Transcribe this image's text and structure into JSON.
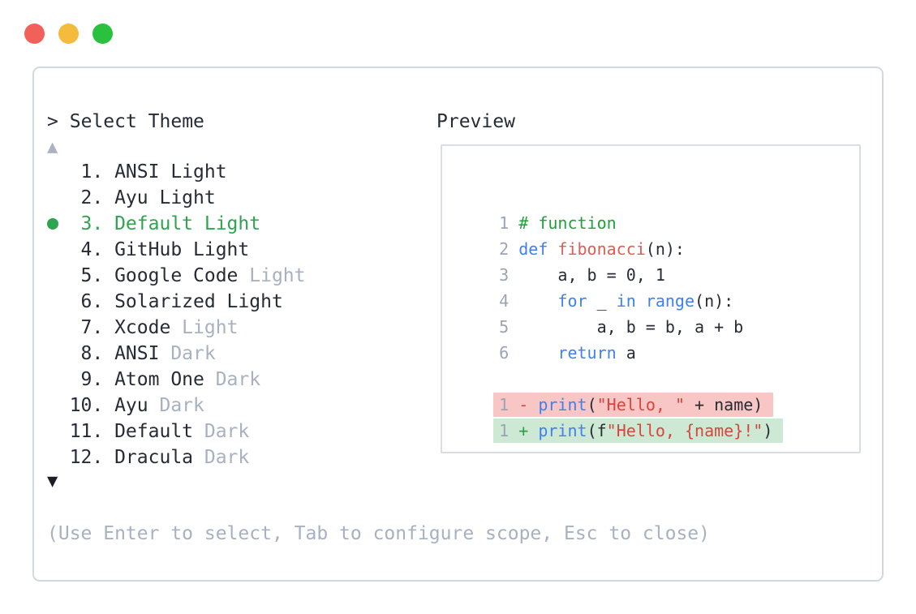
{
  "colors": {
    "text": "#262c35",
    "muted": "#a7b1c0",
    "accent_green": "#2fa44e",
    "keyword": "#4080f0",
    "function_name": "#e05c55",
    "string": "#d6463e",
    "comment": "#1fa23a",
    "line_number": "#9ba4b4",
    "diff_del_bg": "#f8c6c4",
    "diff_add_bg": "#cde9d4",
    "diff_del_marker": "#d8453d",
    "diff_add_marker": "#2b9e48",
    "panel_border": "#d2d8e0",
    "preview_border": "#d8dde4",
    "arrow_up": "#a9b2c0",
    "arrow_down": "#1a1e26",
    "traffic_red": "#f2605a",
    "traffic_yellow": "#f5bb3c",
    "traffic_green": "#29c13e"
  },
  "window": {
    "traffic_lights": [
      "close",
      "minimize",
      "zoom"
    ]
  },
  "picker": {
    "prompt_marker": ">",
    "title": "Select Theme",
    "scroll_up_symbol": "▲",
    "scroll_down_symbol": "▼",
    "help_text": "(Use Enter to select, Tab to configure scope, Esc to close)",
    "items": [
      {
        "number": "1.",
        "name": "ANSI",
        "variant": "Light",
        "variant_muted": false,
        "selected": false
      },
      {
        "number": "2.",
        "name": "Ayu",
        "variant": "Light",
        "variant_muted": false,
        "selected": false
      },
      {
        "number": "3.",
        "name": "Default",
        "variant": "Light",
        "variant_muted": false,
        "selected": true
      },
      {
        "number": "4.",
        "name": "GitHub",
        "variant": "Light",
        "variant_muted": false,
        "selected": false
      },
      {
        "number": "5.",
        "name": "Google Code",
        "variant": "Light",
        "variant_muted": true,
        "selected": false
      },
      {
        "number": "6.",
        "name": "Solarized",
        "variant": "Light",
        "variant_muted": false,
        "selected": false
      },
      {
        "number": "7.",
        "name": "Xcode",
        "variant": "Light",
        "variant_muted": true,
        "selected": false
      },
      {
        "number": "8.",
        "name": "ANSI",
        "variant": "Dark",
        "variant_muted": true,
        "selected": false
      },
      {
        "number": "9.",
        "name": "Atom One",
        "variant": "Dark",
        "variant_muted": true,
        "selected": false
      },
      {
        "number": "10.",
        "name": "Ayu",
        "variant": "Dark",
        "variant_muted": true,
        "selected": false
      },
      {
        "number": "11.",
        "name": "Default",
        "variant": "Dark",
        "variant_muted": true,
        "selected": false
      },
      {
        "number": "12.",
        "name": "Dracula",
        "variant": "Dark",
        "variant_muted": true,
        "selected": false
      }
    ]
  },
  "preview": {
    "title": "Preview",
    "code_lines": [
      {
        "num": "1",
        "tokens": [
          {
            "t": "# function",
            "c": "com"
          }
        ]
      },
      {
        "num": "2",
        "tokens": [
          {
            "t": "def",
            "c": "kw"
          },
          {
            "t": " ",
            "c": "pl"
          },
          {
            "t": "fibonacci",
            "c": "fn"
          },
          {
            "t": "(n):",
            "c": "pl"
          }
        ]
      },
      {
        "num": "3",
        "tokens": [
          {
            "t": "    a, b = 0, 1",
            "c": "pl"
          }
        ]
      },
      {
        "num": "4",
        "tokens": [
          {
            "t": "    ",
            "c": "pl"
          },
          {
            "t": "for",
            "c": "kw"
          },
          {
            "t": " _ ",
            "c": "pl"
          },
          {
            "t": "in",
            "c": "kw"
          },
          {
            "t": " ",
            "c": "pl"
          },
          {
            "t": "range",
            "c": "kw"
          },
          {
            "t": "(n):",
            "c": "pl"
          }
        ]
      },
      {
        "num": "5",
        "tokens": [
          {
            "t": "        a, b = b, a + b",
            "c": "pl"
          }
        ]
      },
      {
        "num": "6",
        "tokens": [
          {
            "t": "    ",
            "c": "pl"
          },
          {
            "t": "return",
            "c": "kw"
          },
          {
            "t": " a",
            "c": "pl"
          }
        ]
      },
      {
        "num": "",
        "tokens": []
      },
      {
        "num": "1",
        "diff": "del",
        "tokens": [
          {
            "t": "-",
            "c": "delm"
          },
          {
            "t": " ",
            "c": "pl"
          },
          {
            "t": "print",
            "c": "kw"
          },
          {
            "t": "(",
            "c": "pl"
          },
          {
            "t": "\"Hello, \"",
            "c": "str"
          },
          {
            "t": " + name)",
            "c": "pl"
          }
        ]
      },
      {
        "num": "1",
        "diff": "add",
        "tokens": [
          {
            "t": "+",
            "c": "addm"
          },
          {
            "t": " ",
            "c": "pl"
          },
          {
            "t": "print",
            "c": "kw"
          },
          {
            "t": "(f",
            "c": "pl"
          },
          {
            "t": "\"Hello, {name}!\"",
            "c": "str"
          },
          {
            "t": ")",
            "c": "pl"
          }
        ]
      }
    ]
  }
}
